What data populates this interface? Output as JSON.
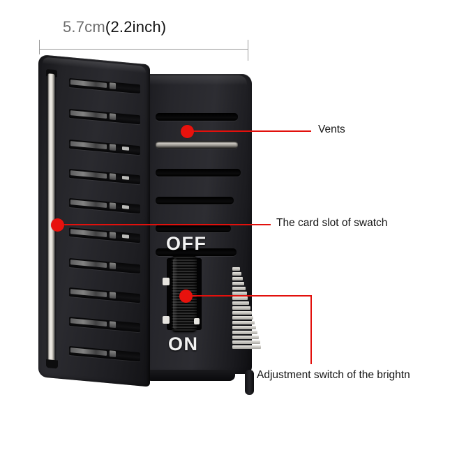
{
  "dimension": {
    "metric": "5.7cm",
    "imperial": "(2.2inch)"
  },
  "device": {
    "switch_labels": {
      "off": "OFF",
      "on": "ON"
    }
  },
  "annotations": [
    {
      "id": "vents",
      "label": "Vents"
    },
    {
      "id": "card-slot",
      "label": "The card slot of swatch"
    },
    {
      "id": "brightness",
      "label": "Adjustment switch of the brightn"
    }
  ],
  "colors": {
    "leader_red": "#e2100c",
    "dot_red": "#e8120d",
    "text": "#141414",
    "dim_gray": "#6d6d6d",
    "bracket": "#9a9a9a",
    "body_black": "#1d1d21",
    "background": "#ffffff"
  }
}
